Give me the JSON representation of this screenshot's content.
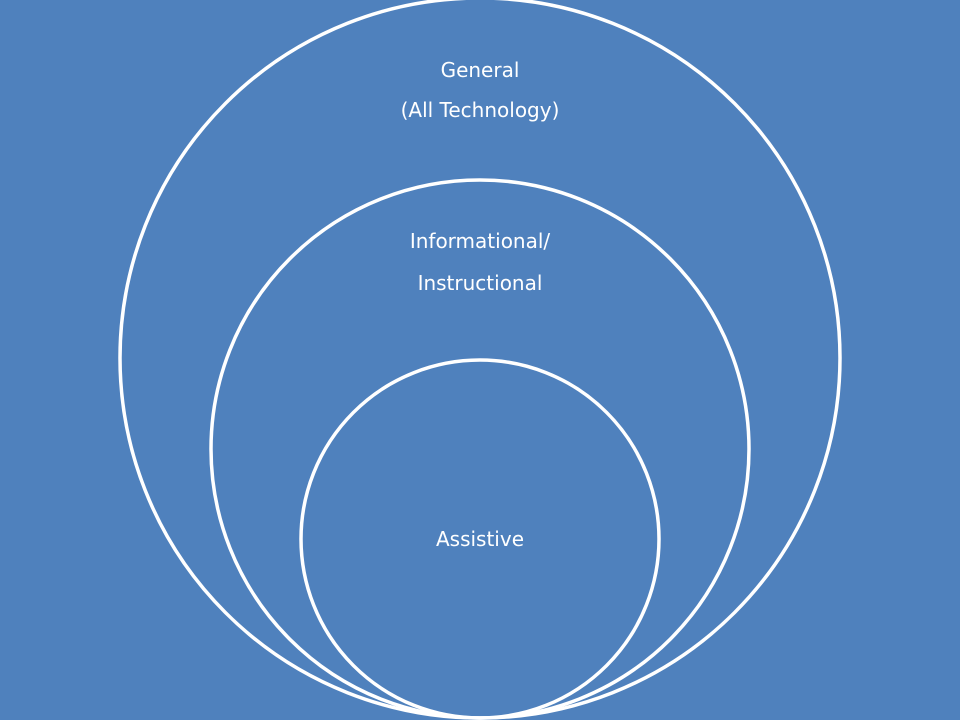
{
  "diagram": {
    "outer": {
      "line1": "General",
      "line2": "(All Technology)"
    },
    "middle": {
      "line1": "Informational/",
      "line2": "Instructional"
    },
    "inner": {
      "line1": "Assistive"
    }
  },
  "colors": {
    "background": "#4f81bd",
    "stroke": "#ffffff",
    "text": "#ffffff"
  }
}
